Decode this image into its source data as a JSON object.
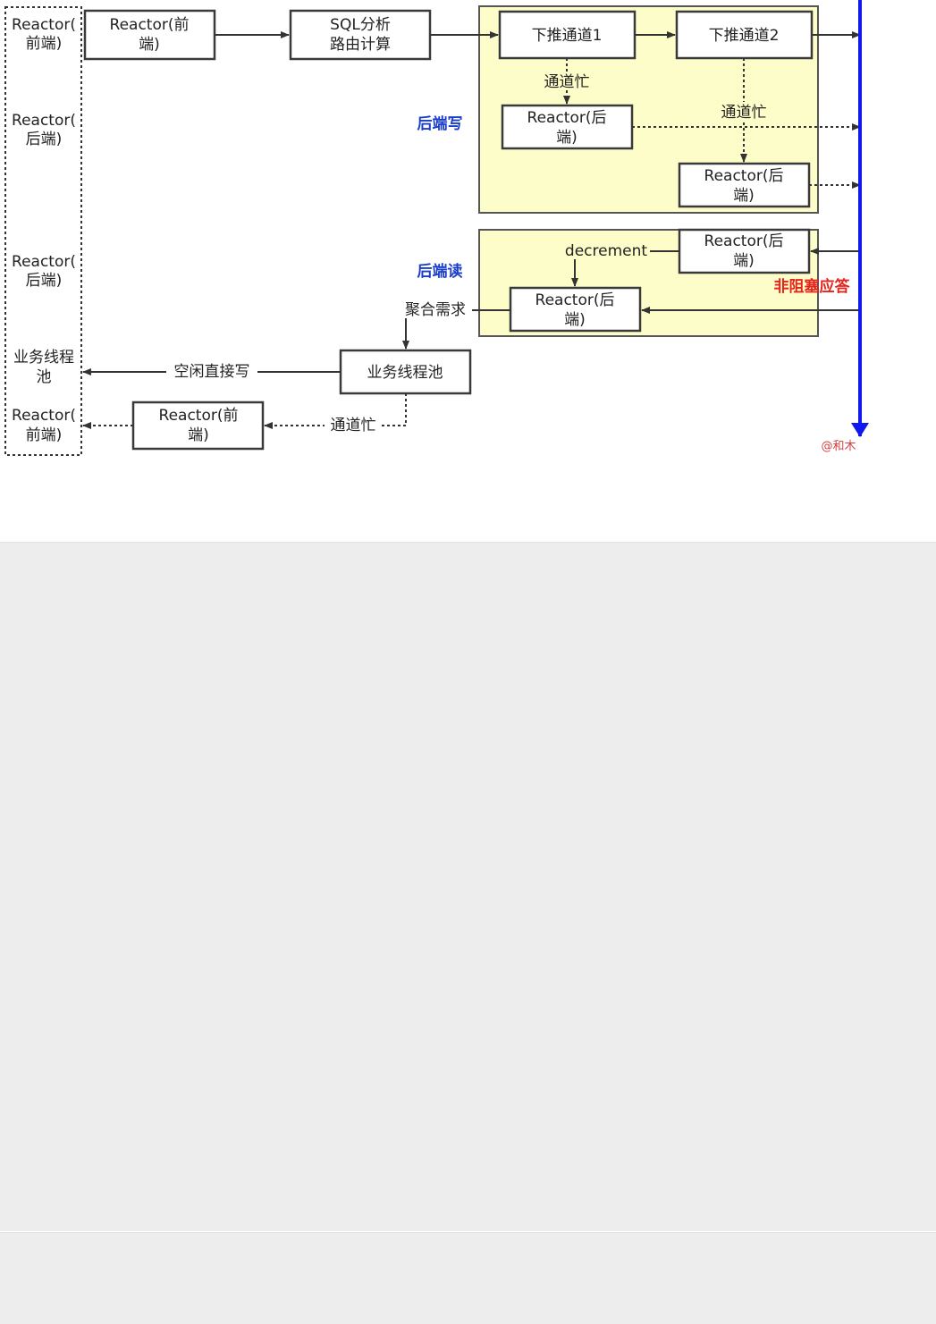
{
  "diagram": {
    "colors": {
      "box_border": "#3a3a3a",
      "arrow": "#333333",
      "panel_fill": "#fdfdc9",
      "stage_label": "#1a3ec9",
      "response_line": "#1018f0",
      "response_label": "#e8221b",
      "watermark": "#d04040",
      "background_band": "#ededed"
    },
    "frontend_column": {
      "reactor_frontend_1_l1": "Reactor(",
      "reactor_frontend_1_l2": "前端)",
      "reactor_backend_1_l1": "Reactor(",
      "reactor_backend_1_l2": "后端)",
      "reactor_backend_2_l1": "Reactor(",
      "reactor_backend_2_l2": "后端)",
      "biz_pool_l1": "业务线程",
      "biz_pool_l2": "池",
      "reactor_frontend_2_l1": "Reactor(",
      "reactor_frontend_2_l2": "前端)"
    },
    "boxes": {
      "reactor_front_top_l1": "Reactor(前",
      "reactor_front_top_l2": "端)",
      "sql_l1": "SQL分析",
      "sql_l2": "路由计算",
      "push_channel_1": "下推通道1",
      "push_channel_2": "下推通道2",
      "reactor_back_a_l1": "Reactor(后",
      "reactor_back_a_l2": "端)",
      "reactor_back_b_l1": "Reactor(后",
      "reactor_back_b_l2": "端)",
      "reactor_back_c_l1": "Reactor(后",
      "reactor_back_c_l2": "端)",
      "reactor_back_d_l1": "Reactor(后",
      "reactor_back_d_l2": "端)",
      "biz_thread_pool": "业务线程池",
      "reactor_front_bottom_l1": "Reactor(前",
      "reactor_front_bottom_l2": "端)"
    },
    "labels": {
      "backend_write": "后端写",
      "backend_read": "后端读",
      "channel_busy_1": "通道忙",
      "channel_busy_2": "通道忙",
      "channel_busy_3": "通道忙",
      "decrement": "decrement",
      "aggregate_demand": "聚合需求",
      "idle_direct_write": "空闲直接写",
      "non_blocking_response": "非阻塞应答",
      "watermark": "@和木"
    }
  }
}
